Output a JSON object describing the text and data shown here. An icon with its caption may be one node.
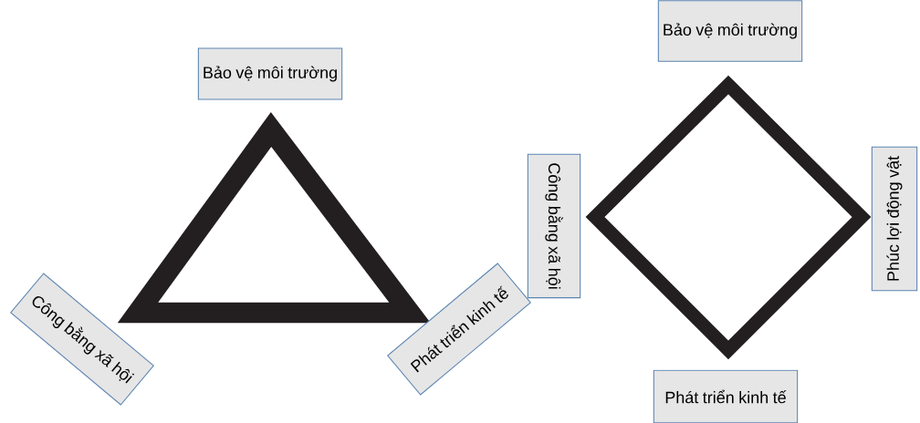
{
  "diagram": {
    "nodes": [
      {
        "text": [
          "Bảo vệ môi trường"
        ]
      },
      {
        "text": [
          "Công bằng xã hội"
        ]
      },
      {
        "text": [
          "Phát triển kinh tế"
        ]
      },
      {
        "text": [
          "Bảo vệ môi trường"
        ]
      },
      {
        "text": [
          "Công bằng xã hội"
        ]
      },
      {
        "text": [
          "Phúc lợi động vật"
        ]
      },
      {
        "text": [
          "Phát triển kinh tế"
        ]
      }
    ]
  }
}
